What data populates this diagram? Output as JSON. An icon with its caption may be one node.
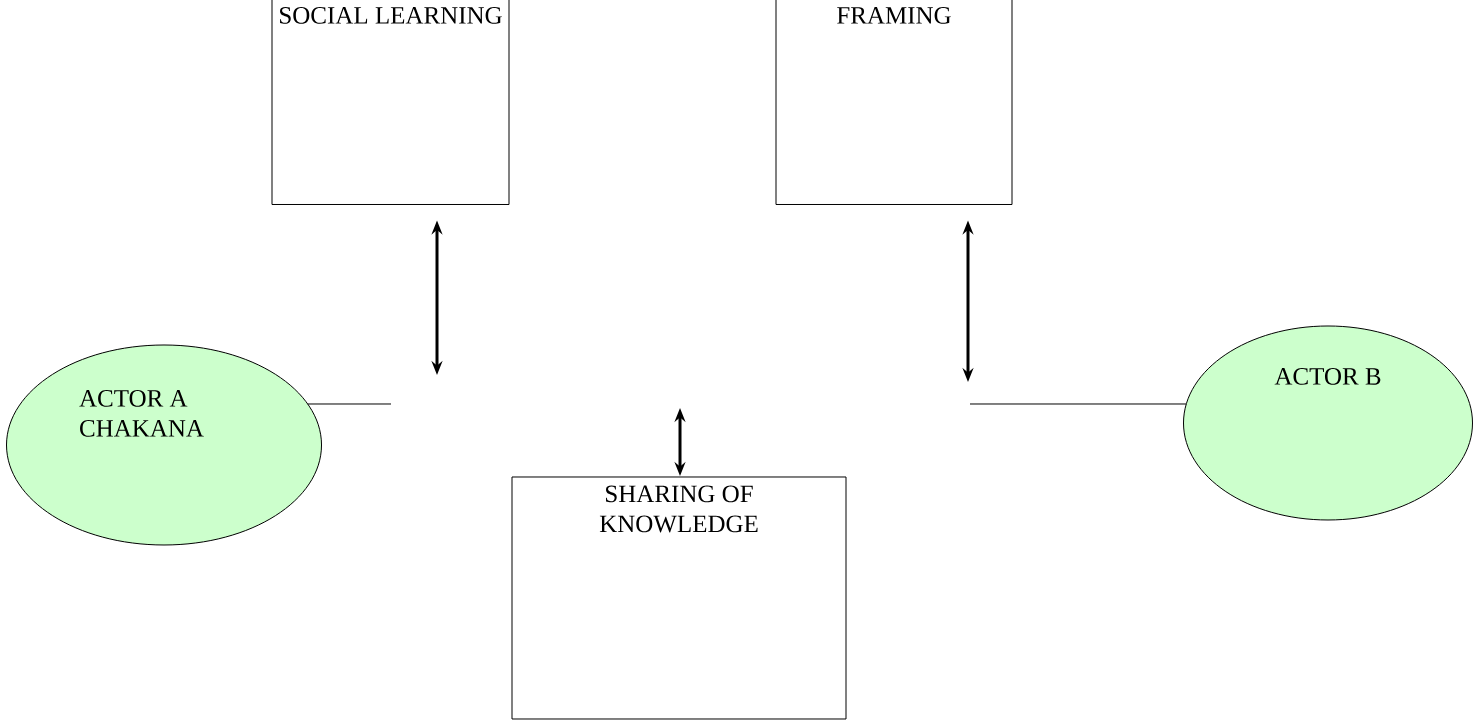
{
  "diagram": {
    "nodes": [
      {
        "text": [
          "SOCIAL LEARNING"
        ]
      },
      {
        "text": [
          "FRAMING"
        ]
      },
      {
        "text": [
          "ACTOR A CHAKANA"
        ]
      },
      {
        "text": [
          "SHARING OF KNOWLEDGE"
        ]
      },
      {
        "text": [
          "ACTOR B"
        ]
      }
    ],
    "edges": [
      {
        "from": 0,
        "to": null,
        "arrow": "both"
      },
      {
        "from": 1,
        "to": null,
        "arrow": "both"
      },
      {
        "from": null,
        "to": 3,
        "arrow": "both"
      },
      {
        "from": 2,
        "to": null,
        "arrow": "none"
      },
      {
        "from": null,
        "to": 4,
        "arrow": "none"
      }
    ]
  }
}
